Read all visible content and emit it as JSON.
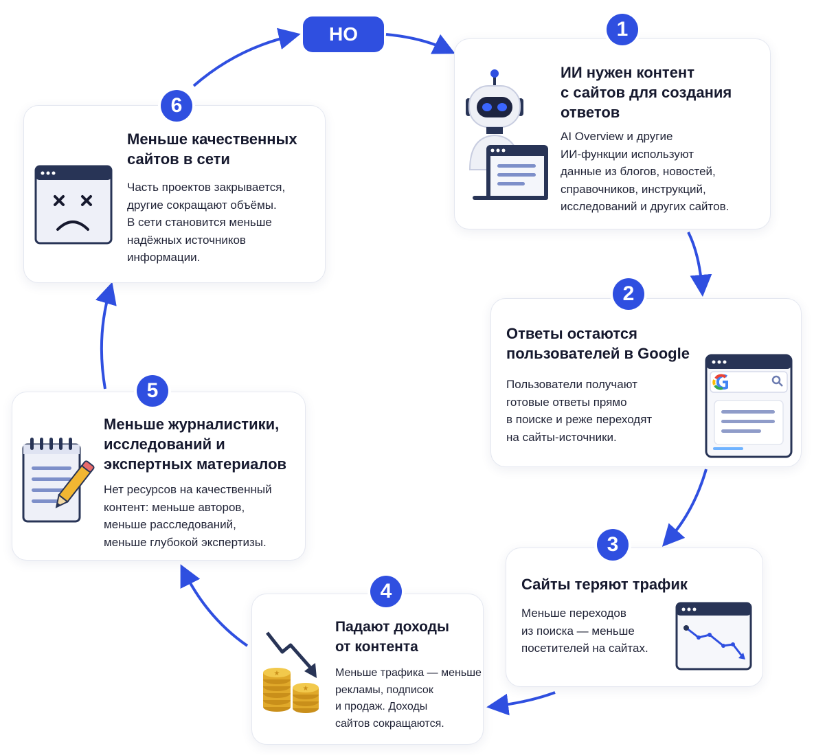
{
  "no_label": "НО",
  "steps": [
    {
      "number": "1",
      "title_lines": [
        "ИИ нужен контент",
        "с сайтов для создания",
        "ответов"
      ],
      "desc_lines": [
        "AI Overview и другие",
        "ИИ-функции используют",
        "данные из блогов, новостей,",
        "справочников, инструкций,",
        "исследований и других сайтов."
      ],
      "icon": "robot-laptop-icon"
    },
    {
      "number": "2",
      "title_lines": [
        "Ответы остаются",
        "пользователей в Google"
      ],
      "desc_lines": [
        "Пользователи получают",
        "готовые ответы прямо",
        "в поиске и реже переходят",
        "на сайты-источники."
      ],
      "icon": "google-search-window-icon"
    },
    {
      "number": "3",
      "title_lines": [
        "Сайты теряют трафик"
      ],
      "desc_lines": [
        "Меньше переходов",
        "из поиска — меньше",
        "посетителей на сайтах."
      ],
      "icon": "declining-chart-window-icon"
    },
    {
      "number": "4",
      "title_lines": [
        "Падают доходы",
        "от контента"
      ],
      "desc_lines": [
        "Меньше трафика — меньше",
        "рекламы, подписок",
        "и продаж. Доходы",
        "сайтов сокращаются."
      ],
      "icon": "coins-down-arrow-icon"
    },
    {
      "number": "5",
      "title_lines": [
        "Меньше журналистики,",
        "исследований и",
        "экспертных материалов"
      ],
      "desc_lines": [
        "Нет ресурсов на качественный",
        "контент: меньше авторов,",
        "меньше расследований,",
        "меньше глубокой экспертизы."
      ],
      "icon": "notepad-pencil-icon"
    },
    {
      "number": "6",
      "title_lines": [
        "Меньше качественных",
        "сайтов в сети"
      ],
      "desc_lines": [
        "Часть проектов закрывается,",
        "другие сокращают объёмы.",
        "В сети становится меньше",
        "надёжных источников",
        "информации."
      ],
      "icon": "sad-browser-window-icon"
    }
  ],
  "colors": {
    "accent": "#2f4fe0",
    "navy": "#283456",
    "text": "#16192e",
    "gold": "#e0a92a"
  }
}
